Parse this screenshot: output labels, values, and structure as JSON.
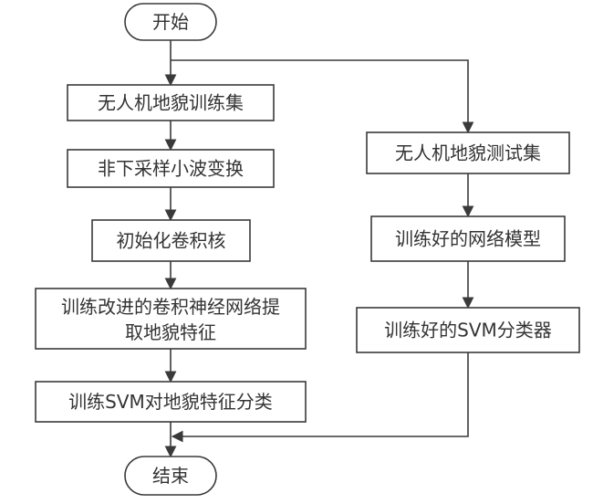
{
  "nodes": {
    "start": "开始",
    "train_set": "无人机地貌训练集",
    "wavelet": "非下采样小波变换",
    "init_kernel": "初始化卷积核",
    "cnn_line1": "训练改进的卷积神经网络提",
    "cnn_line2": "取地貌特征",
    "svm_train": "训练SVM对地貌特征分类",
    "test_set": "无人机地貌测试集",
    "trained_model": "训练好的网络模型",
    "trained_svm": "训练好的SVM分类器",
    "end": "结束"
  }
}
